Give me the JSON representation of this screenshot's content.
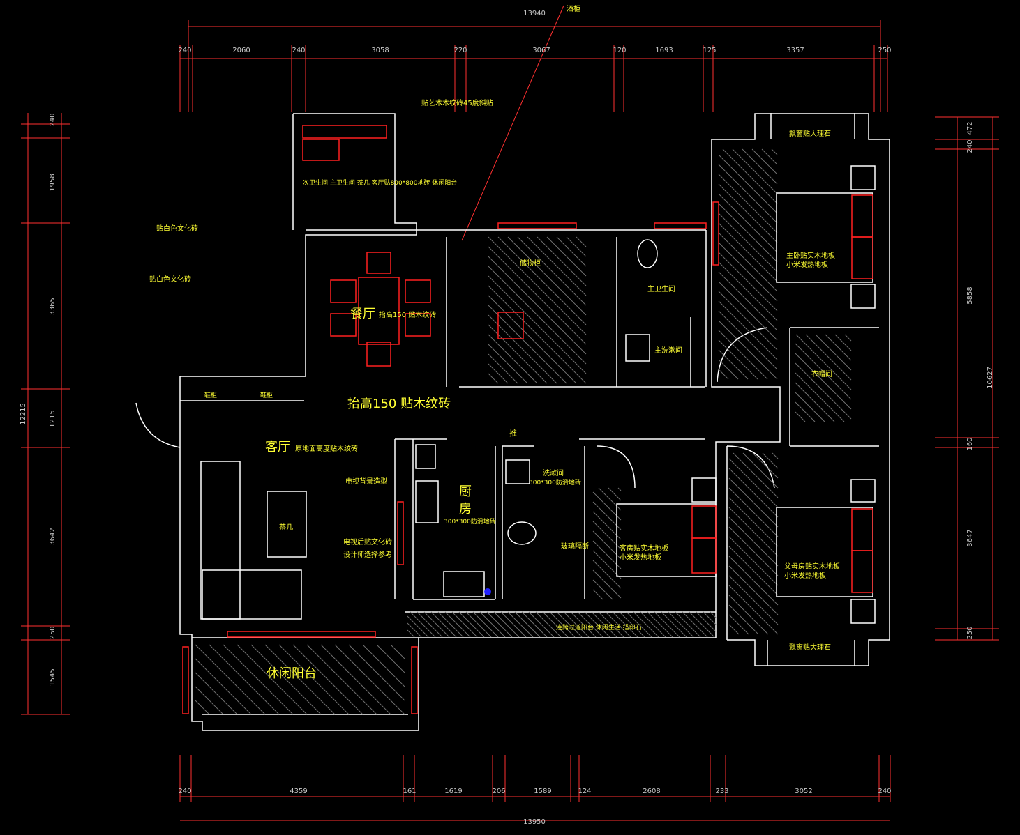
{
  "colors": {
    "background": "#000000",
    "wall": "#ffffff",
    "dim": "#ff3030",
    "text": "#ffff33",
    "text_dim": "#c8c8c8",
    "hatch": "#7a7a7a",
    "furniture": "#ff2020",
    "blue": "#2222ff"
  },
  "dimensions": {
    "top_total": "13940",
    "top_segments": [
      "240",
      "2060",
      "240",
      "3058",
      "220",
      "3067",
      "120",
      "1693",
      "125",
      "3357",
      "250"
    ],
    "bottom_total": "13950",
    "bottom_segments": [
      "240",
      "4359",
      "161",
      "1619",
      "206",
      "1589",
      "124",
      "2608",
      "233",
      "3052",
      "240"
    ],
    "left_total": "12215",
    "left_segments": [
      "240",
      "1958",
      "3365",
      "1215",
      "3642",
      "250",
      "1545"
    ],
    "right_total": "10627",
    "right_segments": [
      "472",
      "240",
      "5858",
      "160",
      "3647",
      "250"
    ]
  },
  "labels": {
    "wine_cabinet": "酒柜",
    "art_tile": "贴艺术木纹砖45度斜贴",
    "bath_note": "次卫生间 主卫生间 茶几 客厅贴800*800地砖 休闲阳台",
    "white_tile_1": "贴白色文化砖",
    "white_tile_2": "贴白色文化砖",
    "dining": "餐厅",
    "dining_note": "抬高150 贴木纹砖",
    "storage": "储物柜",
    "shoe_cabinet_1": "鞋柜",
    "shoe_cabinet_2": "鞋柜",
    "raise_note": "抬高150 贴木纹砖",
    "living": "客厅",
    "living_note": "原地面高度贴木纹砖",
    "tv_bg": "电视背景造型",
    "coffee_table": "茶几",
    "tv_wall_1": "电视后贴文化砖",
    "tv_wall_2": "设计师选择参考",
    "kitchen_1": "厨",
    "kitchen_2": "房",
    "kitchen_note": "300*300防滑地砖",
    "push": "推",
    "laundry": "洗漱间",
    "laundry_note": "300*300防滑地砖",
    "glass_partition": "玻璃隔断",
    "master_bath": "主卫生间",
    "master_wash": "主洗漱间",
    "closet": "衣帽间",
    "bay_window_top": "飘窗贴大理石",
    "master_bed_1": "主卧贴实木地板",
    "master_bed_2": "小米发热地板",
    "guest_bed_1": "客房贴实木地板",
    "guest_bed_2": "小米发热地板",
    "parent_bed_1": "父母房贴实木地板",
    "parent_bed_2": "小米发热地板",
    "balcony_strip": "连跨过道阳台  休闲生活  搭印石",
    "bay_window_bottom": "飘窗贴大理石",
    "leisure_balcony": "休闲阳台"
  }
}
